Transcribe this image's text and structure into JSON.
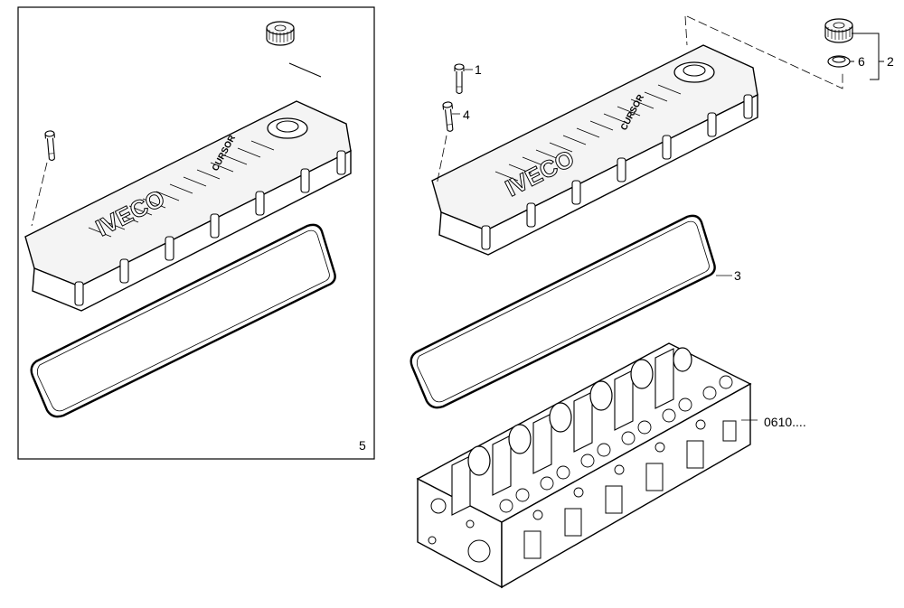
{
  "callouts": {
    "bolt_short": "1",
    "kit_group": "2",
    "gasket": "3",
    "bolt_long": "4",
    "inset_panel": "5",
    "seal_ring": "6",
    "cylinder_head_ref": "0610...."
  },
  "cover_logo": {
    "brand": "IVECO",
    "series": "CURSOR"
  }
}
